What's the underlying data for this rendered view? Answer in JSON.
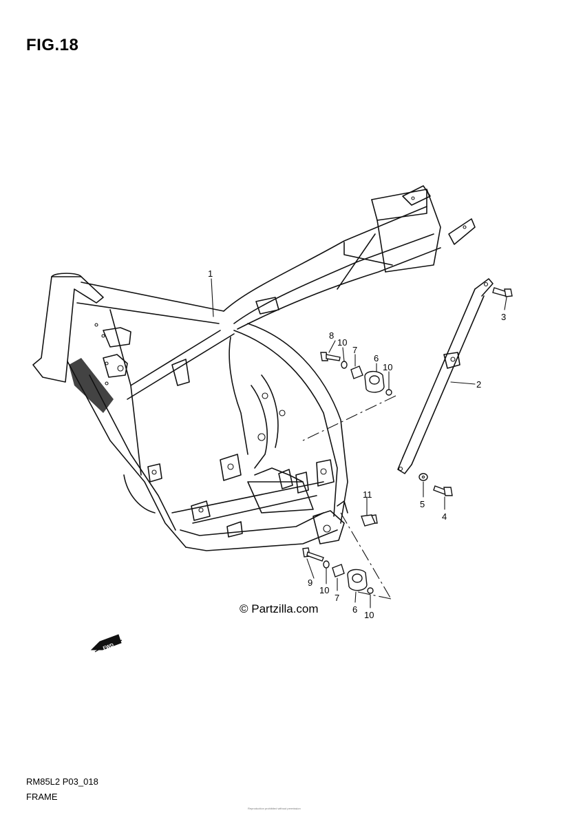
{
  "header": {
    "figure_title": "FIG.18"
  },
  "diagram": {
    "callouts": [
      {
        "id": "c1",
        "label": "1"
      },
      {
        "id": "c2",
        "label": "2"
      },
      {
        "id": "c3",
        "label": "3"
      },
      {
        "id": "c4",
        "label": "4"
      },
      {
        "id": "c5",
        "label": "5"
      },
      {
        "id": "c6a",
        "label": "6"
      },
      {
        "id": "c6b",
        "label": "6"
      },
      {
        "id": "c7a",
        "label": "7"
      },
      {
        "id": "c7b",
        "label": "7"
      },
      {
        "id": "c8",
        "label": "8"
      },
      {
        "id": "c9",
        "label": "9"
      },
      {
        "id": "c10a",
        "label": "10"
      },
      {
        "id": "c10b",
        "label": "10"
      },
      {
        "id": "c10c",
        "label": "10"
      },
      {
        "id": "c10d",
        "label": "10"
      },
      {
        "id": "c11",
        "label": "11"
      }
    ],
    "fwd_badge": "FWD",
    "watermark": "© Partzilla.com"
  },
  "footer": {
    "code": "RM85L2 P03_018",
    "name": "FRAME",
    "small_note": "Reproduction prohibited without permission"
  }
}
